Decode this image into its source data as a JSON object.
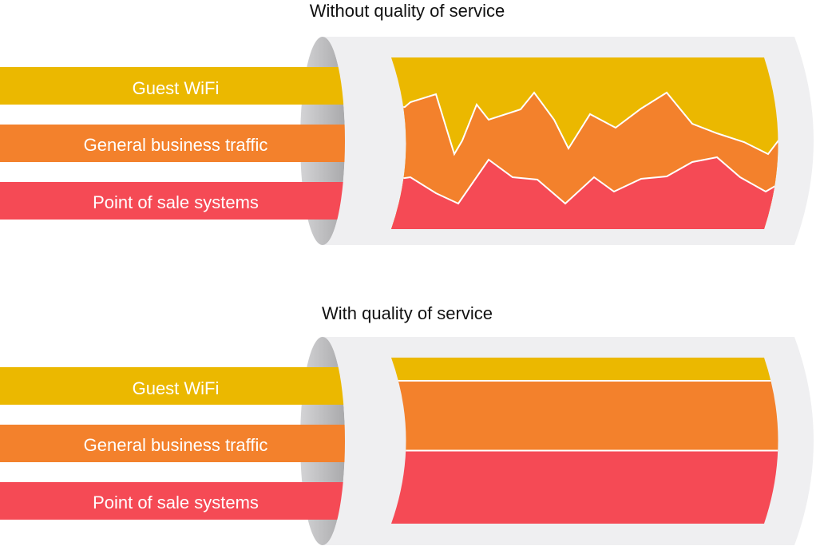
{
  "colors": {
    "guest": "#EBB800",
    "general": "#F3812C",
    "pos": "#F54A55",
    "pipe": "#EFEFF1"
  },
  "panels": [
    {
      "title": "Without quality of service",
      "labels": {
        "guest": "Guest WiFi",
        "general": "General business traffic",
        "pos": "Point of sale systems"
      }
    },
    {
      "title": "With quality of service",
      "labels": {
        "guest": "Guest WiFi",
        "general": "General business traffic",
        "pos": "Point of sale systems"
      }
    }
  ]
}
